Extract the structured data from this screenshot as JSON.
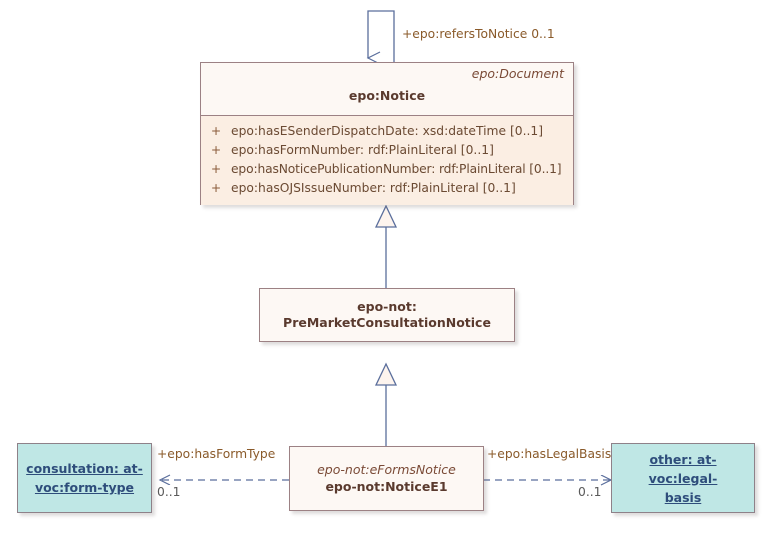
{
  "diagram": {
    "type": "uml-class-diagram",
    "title": "epo:Notice class hierarchy"
  },
  "nodes": {
    "notice": {
      "stereotype": "epo:Document",
      "name": "epo:Notice",
      "attributes": [
        {
          "visibility": "+",
          "signature": "epo:hasESenderDispatchDate: xsd:dateTime [0..1]"
        },
        {
          "visibility": "+",
          "signature": "epo:hasFormNumber: rdf:PlainLiteral [0..1]"
        },
        {
          "visibility": "+",
          "signature": "epo:hasNoticePublicationNumber: rdf:PlainLiteral [0..1]"
        },
        {
          "visibility": "+",
          "signature": "epo:hasOJSIssueNumber: rdf:PlainLiteral [0..1]"
        }
      ]
    },
    "premarket": {
      "name_line1": "epo-not:",
      "name_line2": "PreMarketConsultationNotice"
    },
    "noticee1": {
      "stereotype": "epo-not:eFormsNotice",
      "name": "epo-not:NoticeE1"
    },
    "formtype": {
      "name_line1": "consultation: at-",
      "name_line2": "voc:form-type"
    },
    "legalbasis": {
      "name_line1": "other: at-voc:legal-",
      "name_line2": "basis"
    }
  },
  "edges": {
    "refers_to_notice": {
      "label": "+epo:refersToNotice 0..1"
    },
    "has_form_type": {
      "label": "+epo:hasFormType",
      "multiplicity": "0..1"
    },
    "has_legal_basis": {
      "label": "+epo:hasLegalBasis",
      "multiplicity": "0..1"
    }
  },
  "colors": {
    "class_fill": "#fdf8f4",
    "attr_fill": "#fbeee3",
    "class_border": "#9c8184",
    "instance_fill": "#bfe7e5",
    "connector": "#5a6e9c",
    "label_text": "#8a5a2a"
  }
}
